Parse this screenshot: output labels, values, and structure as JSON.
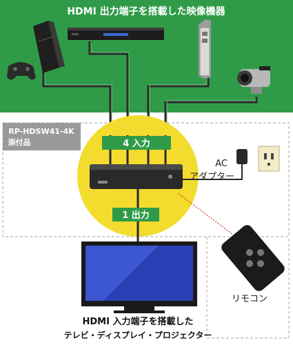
{
  "source_panel": {
    "title": "HDMI 出力端子を搭載した映像機器",
    "bg_color": "#2f9b48"
  },
  "product_panel": {
    "model": "RP-HDSW41-4K",
    "note": "添付品",
    "label_bg": "#9a9a9a"
  },
  "switcher": {
    "circle_color": "#f4dc2e",
    "input_label": "4 入力",
    "output_label": "1 出力",
    "label_bg": "#2f9b48",
    "body_color": "#2a2a2a"
  },
  "ac_adapter": {
    "label_line1": "AC",
    "label_line2": "アダプター"
  },
  "remote": {
    "label": "リモコン"
  },
  "display": {
    "caption_line1": "HDMI 入力端子を搭載した",
    "caption_line2": "テレビ・ディスプレイ・プロジェクター"
  },
  "devices": {
    "icons": [
      "game-console-icon",
      "gamepad-icon",
      "bluray-player-icon",
      "tower-pc-icon",
      "camcorder-icon",
      "tv-monitor-icon",
      "wall-outlet-icon",
      "ac-adapter-icon",
      "remote-control-icon"
    ]
  },
  "colors": {
    "cable": "#2a2a2a",
    "dashed": "#b5b5b5",
    "remote_line": "#c0392b"
  }
}
